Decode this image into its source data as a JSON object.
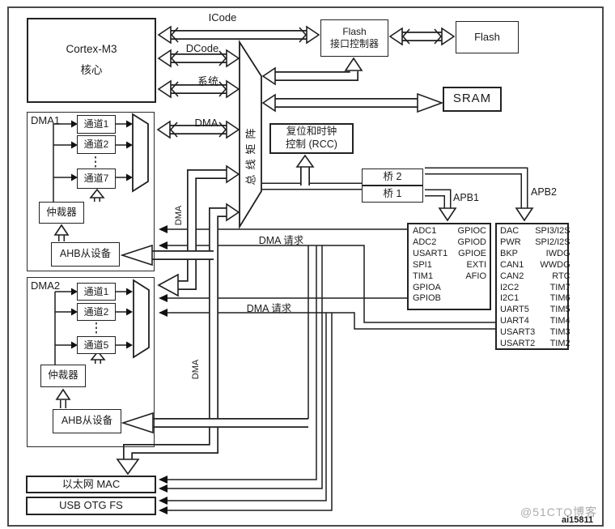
{
  "cpu": {
    "line1": "Cortex-M3",
    "line2": "核心"
  },
  "labels": {
    "icode": "ICode",
    "dcode": "DCode",
    "system": "系统",
    "dma_bus": "DMA",
    "bus_matrix": "总线矩阵",
    "dma_vert1": "DMA",
    "dma_vert2": "DMA",
    "dma_req1": "DMA 请求",
    "dma_req2": "DMA 请求",
    "apb1": "APB1",
    "apb2": "APB2"
  },
  "mem": {
    "flash_if1": "Flash",
    "flash_if2": "接口控制器",
    "flash": "Flash",
    "sram": "SRAM"
  },
  "rcc": {
    "line1": "复位和时钟",
    "line2": "控制 (RCC)"
  },
  "bridges": {
    "b2": "桥 2",
    "b1": "桥 1"
  },
  "dma1": {
    "label": "DMA1",
    "channels": [
      "通道1",
      "通道2",
      "通道7"
    ],
    "arbiter": "仲裁器",
    "ahb_slave": "AHB从设备"
  },
  "dma2": {
    "label": "DMA2",
    "channels": [
      "通道1",
      "通道2",
      "通道5"
    ],
    "arbiter": "仲裁器",
    "ahb_slave": "AHB从设备"
  },
  "apb2_peripherals": {
    "left": [
      "ADC1",
      "ADC2",
      "USART1",
      "SPI1",
      "TIM1",
      "GPIOA",
      "GPIOB"
    ],
    "right": [
      "GPIOC",
      "GPIOD",
      "GPIOE",
      "EXTI",
      "AFIO"
    ]
  },
  "apb1_peripherals": {
    "left": [
      "DAC",
      "PWR",
      "BKP",
      "CAN1",
      "CAN2",
      "I2C2",
      "I2C1",
      "UART5",
      "UART4",
      "USART3",
      "USART2"
    ],
    "right": [
      "SPI3/I2S",
      "SPI2/I2S",
      "IWDG",
      "WWDG",
      "RTC",
      "TIM7",
      "TIM6",
      "TIM5",
      "TIM4",
      "TIM3",
      "TIM2"
    ]
  },
  "bottom": {
    "ethernet": "以太网 MAC",
    "usb": "USB OTG FS"
  },
  "footer": {
    "figure_id": "ai15811",
    "watermark": "@51CTO博客"
  }
}
